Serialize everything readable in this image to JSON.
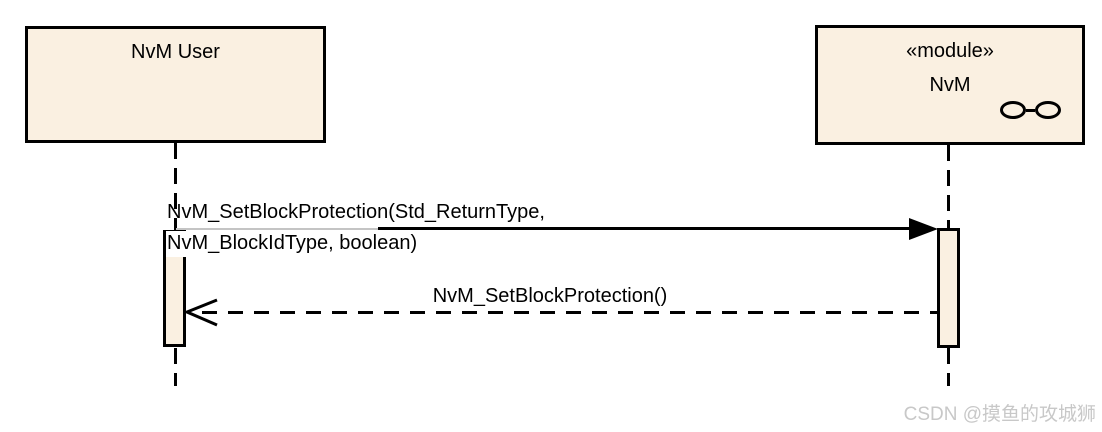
{
  "diagram": {
    "type": "uml-sequence-diagram",
    "participants": {
      "user": {
        "name": "NvM User"
      },
      "module": {
        "stereotype": "«module»",
        "name": "NvM",
        "icon": "collaboration-icon"
      }
    },
    "messages": {
      "call": {
        "type": "synchronous-call",
        "from": "NvM User",
        "to": "NvM",
        "line1": "NvM_SetBlockProtection(Std_ReturnType,",
        "line2": "NvM_BlockIdType, boolean)"
      },
      "return": {
        "type": "return-message",
        "from": "NvM",
        "to": "NvM User",
        "label": "NvM_SetBlockProtection()"
      }
    },
    "colors": {
      "background": "#ffffff",
      "box_fill": "#faf0e1",
      "line": "#000000",
      "watermark": "#c8c8c8"
    }
  },
  "watermark": {
    "text": "CSDN @摸鱼的攻城狮"
  }
}
